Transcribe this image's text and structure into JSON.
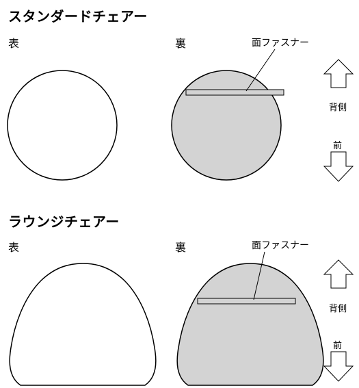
{
  "sections": [
    {
      "title": "スタンダードチェアー",
      "front_label": "表",
      "back_label": "裏",
      "fastener_label": "面ファスナー",
      "back_side_label": "背側",
      "front_side_label": "前"
    },
    {
      "title": "ラウンジチェアー",
      "front_label": "表",
      "back_label": "裏",
      "fastener_label": "面ファスナー",
      "back_side_label": "背側",
      "front_side_label": "前"
    }
  ],
  "colors": {
    "back_fill": "#d3d3d3",
    "front_fill": "#ffffff",
    "stroke": "#000000"
  }
}
